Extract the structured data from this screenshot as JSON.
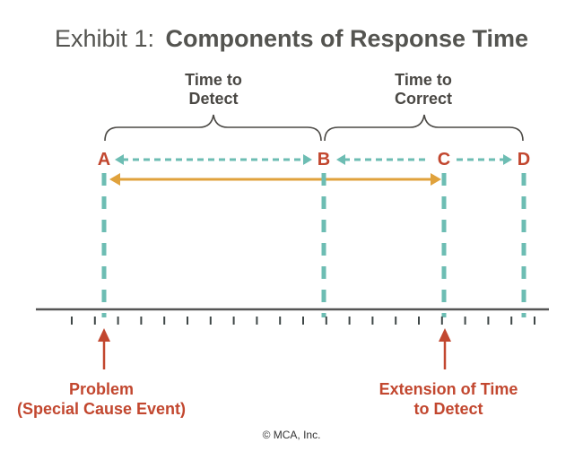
{
  "title": {
    "prefix": "Exhibit 1:",
    "main": "Components of Response Time"
  },
  "brackets": [
    {
      "line1": "Time to",
      "line2": "Detect"
    },
    {
      "line1": "Time to",
      "line2": "Correct"
    }
  ],
  "points": [
    "A",
    "B",
    "C",
    "D"
  ],
  "callouts": {
    "problem": {
      "line1": "Problem",
      "line2": "(Special Cause Event)"
    },
    "extension": {
      "line1": "Extension of Time",
      "line2": "to Detect"
    }
  },
  "credit": "© MCA, Inc.",
  "colors": {
    "title": "#545450",
    "label": "#4a4844",
    "red": "#c2472f",
    "teal": "#6dbdb3",
    "gold": "#e0a23c",
    "axis": "#555555",
    "tick": "#3f4747"
  }
}
